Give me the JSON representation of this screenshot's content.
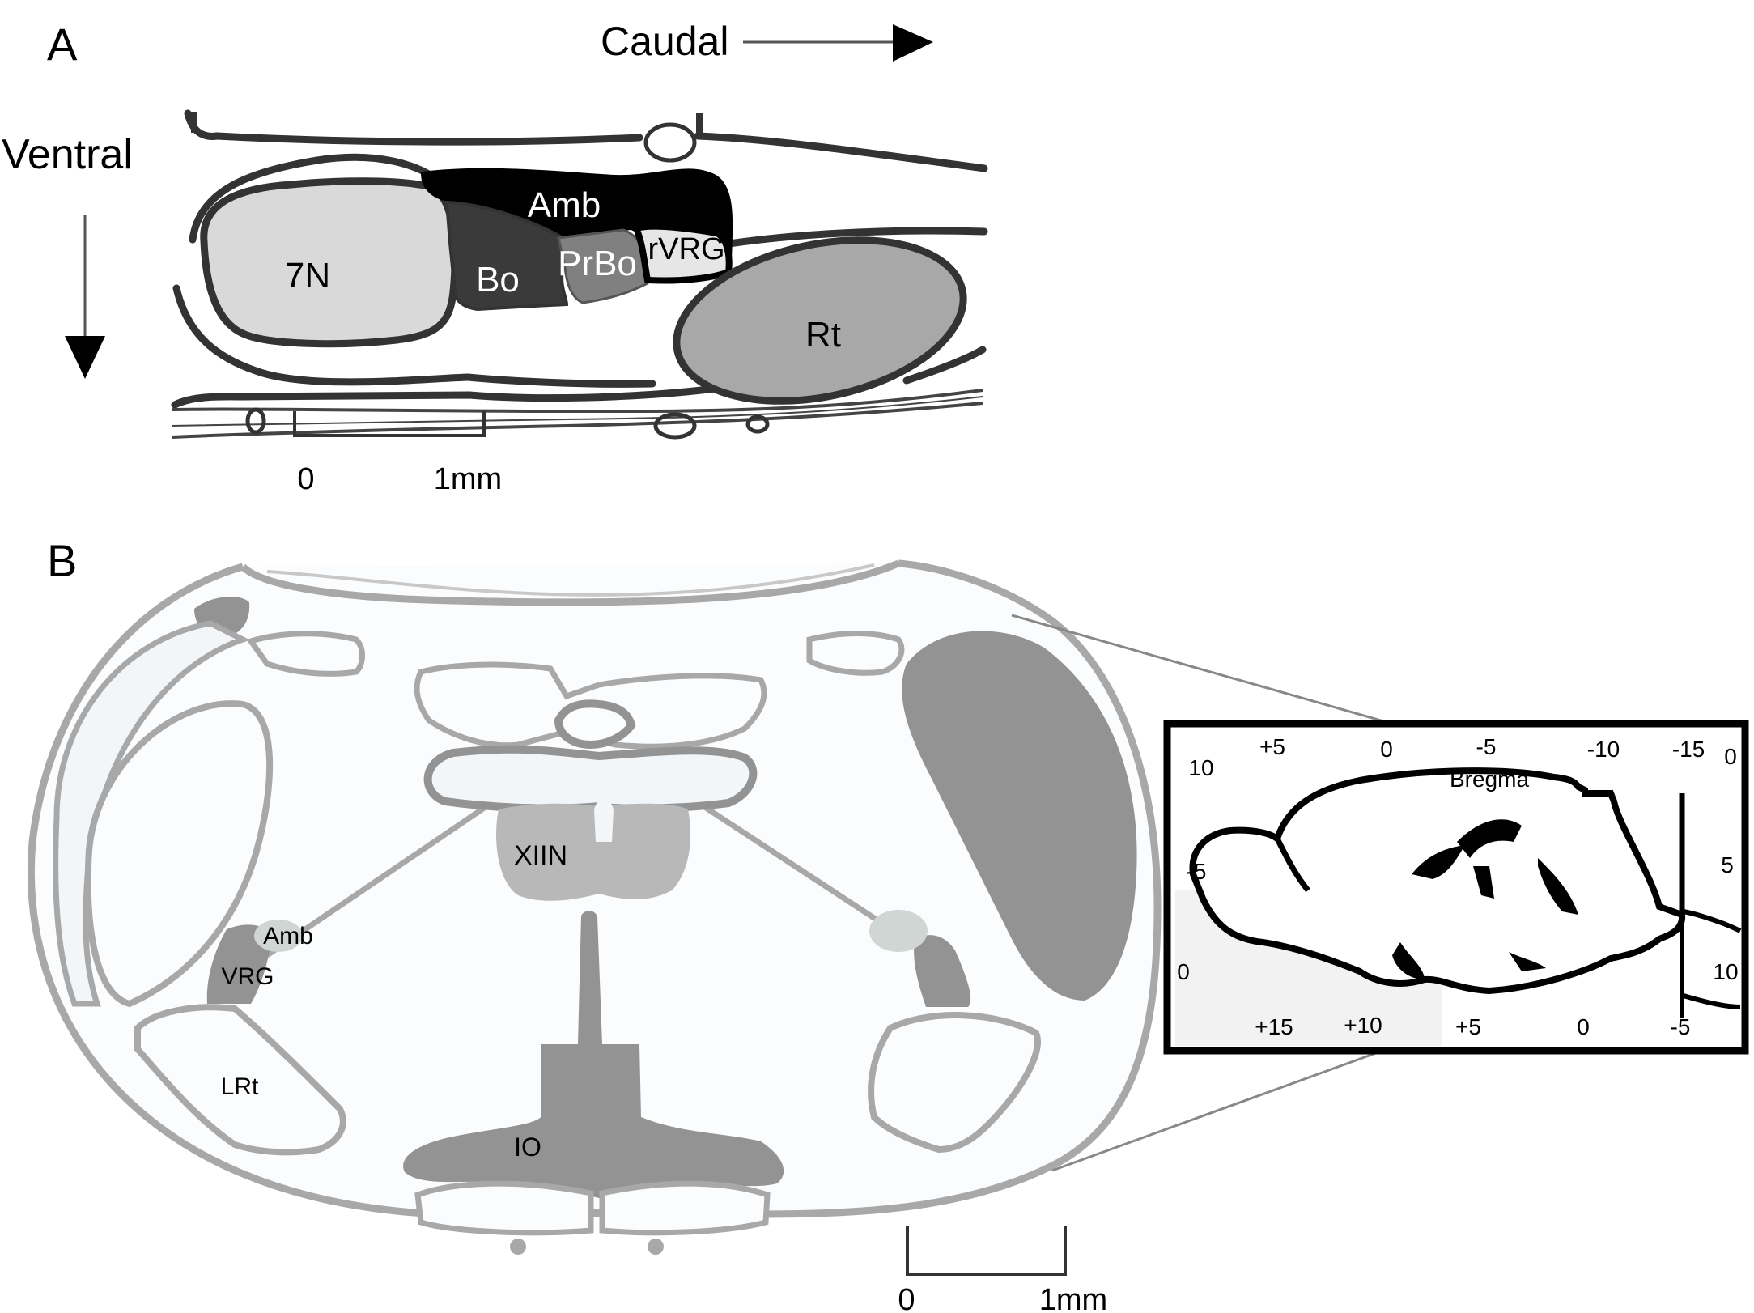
{
  "panel_a": {
    "label": "A",
    "caudal_label": "Caudal",
    "ventral_label": "Ventral",
    "regions": {
      "seven_n": "7N",
      "amb": "Amb",
      "bo": "Bo",
      "prbo": "PrBo",
      "rvrg": "rVRG",
      "rt": "Rt"
    },
    "scale": {
      "start": "0",
      "end": "1mm"
    }
  },
  "panel_b": {
    "label": "B",
    "regions": {
      "xiin": "XIIN",
      "amb": "Amb",
      "vrg": "VRG",
      "lrt": "LRt",
      "io": "IO"
    },
    "scale": {
      "start": "0",
      "end": "1mm"
    },
    "inset": {
      "bregma_label": "Bregma",
      "top_ticks": [
        "+5",
        "0",
        "-5",
        "-10",
        "-15"
      ],
      "bottom_ticks": [
        "+15",
        "+10",
        "+5",
        "0",
        "-5"
      ],
      "left_ticks": [
        "10",
        "-5",
        "0"
      ],
      "right_ticks": [
        "0",
        "5",
        "10"
      ]
    }
  },
  "colors": {
    "panel_a_outline": "#333333",
    "panel_a_light": "#d9d9d9",
    "panel_a_dark": "#000000",
    "panel_a_bo": "#3a3a3a",
    "panel_a_prbo": "#808080",
    "panel_a_rt": "#a8a8a8",
    "panel_b_outline": "#a8a8a8",
    "panel_b_fill": "#939393",
    "panel_b_light": "#f3f6f9"
  }
}
